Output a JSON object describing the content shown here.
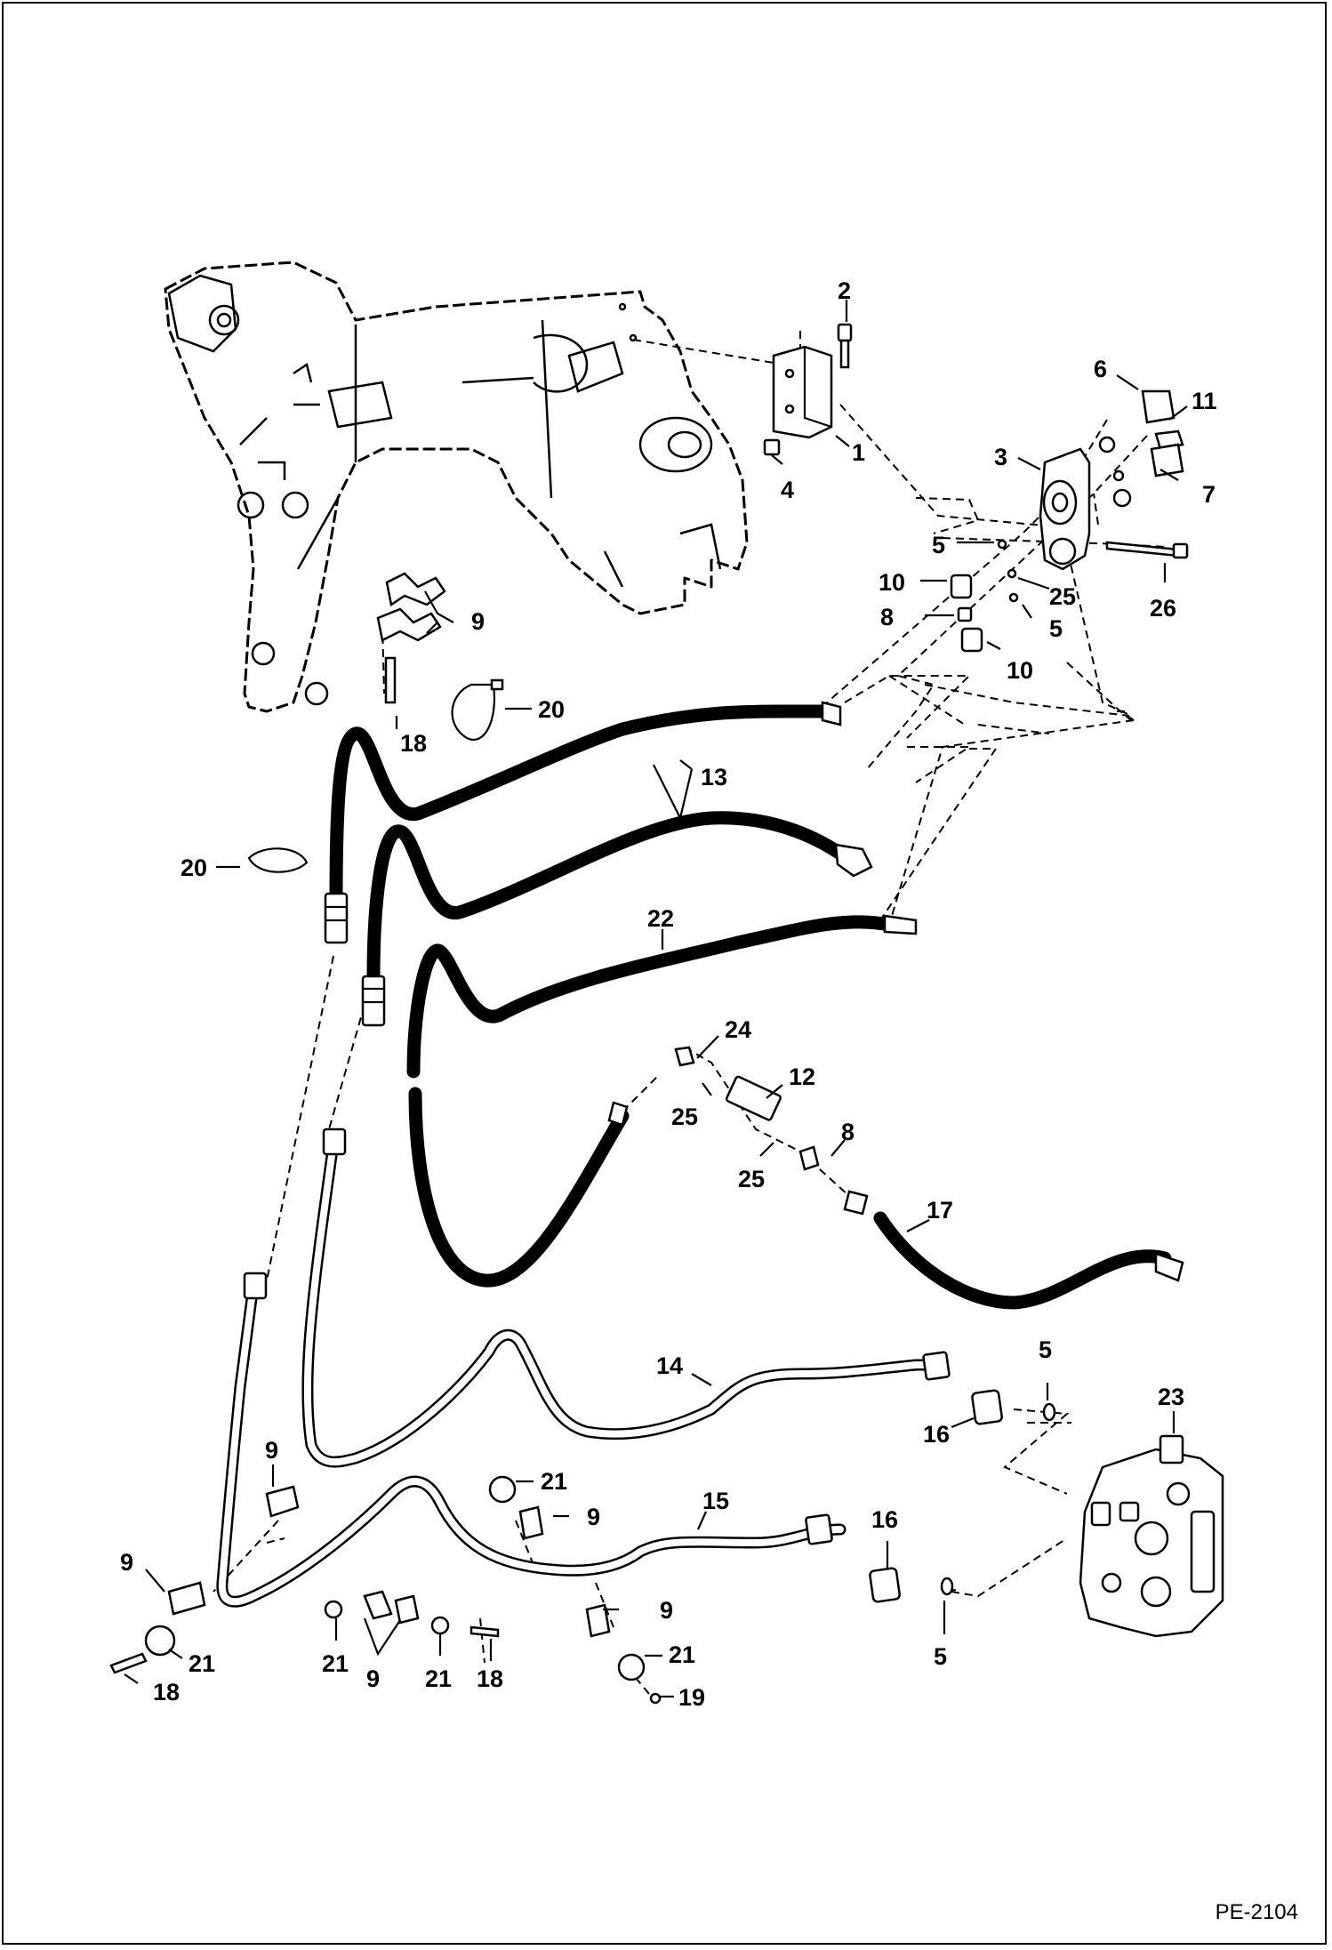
{
  "figure_id": "PE-2104",
  "callouts": [
    "1",
    "2",
    "3",
    "4",
    "5",
    "5",
    "5",
    "5",
    "6",
    "7",
    "8",
    "8",
    "9",
    "9",
    "9",
    "9",
    "9",
    "9",
    "10",
    "10",
    "11",
    "12",
    "13",
    "14",
    "15",
    "16",
    "16",
    "17",
    "18",
    "18",
    "18",
    "19",
    "20",
    "20",
    "21",
    "21",
    "21",
    "21",
    "21",
    "22",
    "23",
    "24",
    "25",
    "25",
    "25",
    "26"
  ]
}
